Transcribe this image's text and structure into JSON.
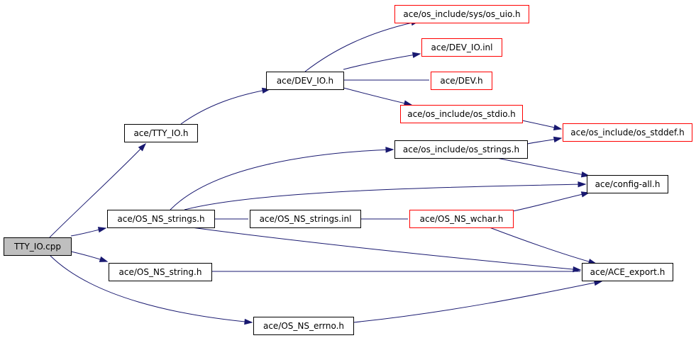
{
  "colors": {
    "edge": "#191970",
    "border_normal": "#000000",
    "border_missing": "#ff0000",
    "root_fill": "#bfbfbf"
  },
  "nodes": {
    "tty_io_cpp": {
      "label": "TTY_IO.cpp",
      "style": "root"
    },
    "tty_io_h": {
      "label": "ace/TTY_IO.h",
      "style": "normal"
    },
    "dev_io_h": {
      "label": "ace/DEV_IO.h",
      "style": "normal"
    },
    "sys_uio_h": {
      "label": "ace/os_include/sys/os_uio.h",
      "style": "red"
    },
    "dev_io_inl": {
      "label": "ace/DEV_IO.inl",
      "style": "red"
    },
    "dev_h": {
      "label": "ace/DEV.h",
      "style": "red"
    },
    "os_stdio_h": {
      "label": "ace/os_include/os_stdio.h",
      "style": "red"
    },
    "os_stddef_h": {
      "label": "ace/os_include/os_stddef.h",
      "style": "red"
    },
    "os_strings_h": {
      "label": "ace/os_include/os_strings.h",
      "style": "normal"
    },
    "config_all_h": {
      "label": "ace/config-all.h",
      "style": "normal"
    },
    "os_ns_strings_h": {
      "label": "ace/OS_NS_strings.h",
      "style": "normal"
    },
    "os_ns_strings_inl": {
      "label": "ace/OS_NS_strings.inl",
      "style": "normal"
    },
    "os_ns_wchar_h": {
      "label": "ace/OS_NS_wchar.h",
      "style": "red"
    },
    "os_ns_string_h": {
      "label": "ace/OS_NS_string.h",
      "style": "normal"
    },
    "ace_export_h": {
      "label": "ace/ACE_export.h",
      "style": "normal"
    },
    "os_ns_errno_h": {
      "label": "ace/OS_NS_errno.h",
      "style": "normal"
    }
  },
  "edges": [
    [
      "tty_io_cpp",
      "tty_io_h"
    ],
    [
      "tty_io_cpp",
      "os_ns_strings_h"
    ],
    [
      "tty_io_cpp",
      "os_ns_string_h"
    ],
    [
      "tty_io_cpp",
      "os_ns_errno_h"
    ],
    [
      "tty_io_h",
      "dev_io_h"
    ],
    [
      "dev_io_h",
      "sys_uio_h"
    ],
    [
      "dev_io_h",
      "dev_io_inl"
    ],
    [
      "dev_io_h",
      "dev_h"
    ],
    [
      "dev_io_h",
      "os_stdio_h"
    ],
    [
      "os_stdio_h",
      "os_stddef_h"
    ],
    [
      "os_strings_h",
      "os_stddef_h"
    ],
    [
      "os_strings_h",
      "config_all_h"
    ],
    [
      "os_ns_strings_h",
      "os_strings_h"
    ],
    [
      "os_ns_strings_h",
      "config_all_h"
    ],
    [
      "os_ns_strings_h",
      "os_ns_strings_inl"
    ],
    [
      "os_ns_strings_h",
      "ace_export_h"
    ],
    [
      "os_ns_strings_inl",
      "os_ns_wchar_h"
    ],
    [
      "os_ns_wchar_h",
      "config_all_h"
    ],
    [
      "os_ns_wchar_h",
      "ace_export_h"
    ],
    [
      "os_ns_string_h",
      "ace_export_h"
    ],
    [
      "os_ns_errno_h",
      "ace_export_h"
    ]
  ]
}
